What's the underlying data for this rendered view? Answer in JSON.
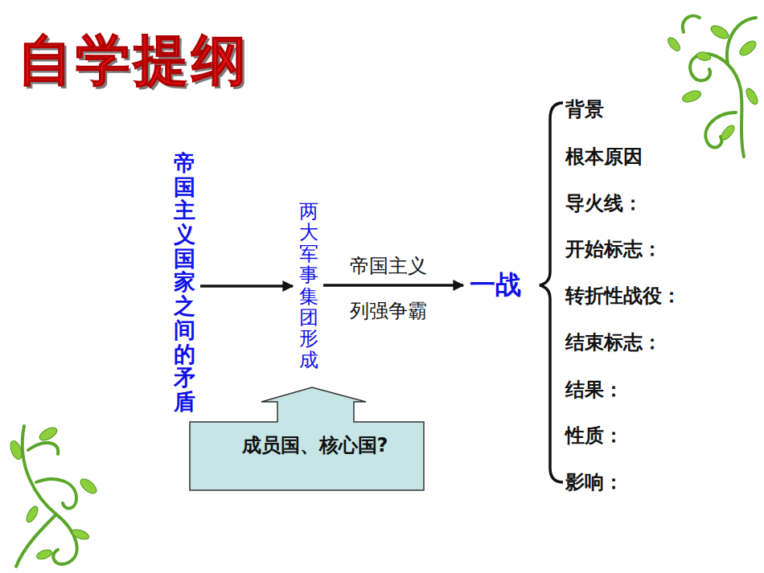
{
  "diagram": {
    "title": "自学提纲",
    "nodes": [
      {
        "text": [
          "帝国主义国家之间的矛盾"
        ]
      },
      {
        "text": [
          "两大军事集团形成"
        ]
      },
      {
        "text": [
          "一战"
        ]
      },
      {
        "text": [
          "成员国、核心国?"
        ]
      }
    ],
    "edges": [
      {
        "from": 0,
        "to": 1,
        "arrow": "to"
      },
      {
        "from": 1,
        "to": 2,
        "label": "帝国主义 列强争霸",
        "arrow": "to"
      }
    ],
    "labels": [
      "背景",
      "根本原因",
      "导火线：",
      "开始标志：",
      "转折性战役：",
      "结束标志：",
      "结果：",
      "性质：",
      "影响："
    ]
  }
}
